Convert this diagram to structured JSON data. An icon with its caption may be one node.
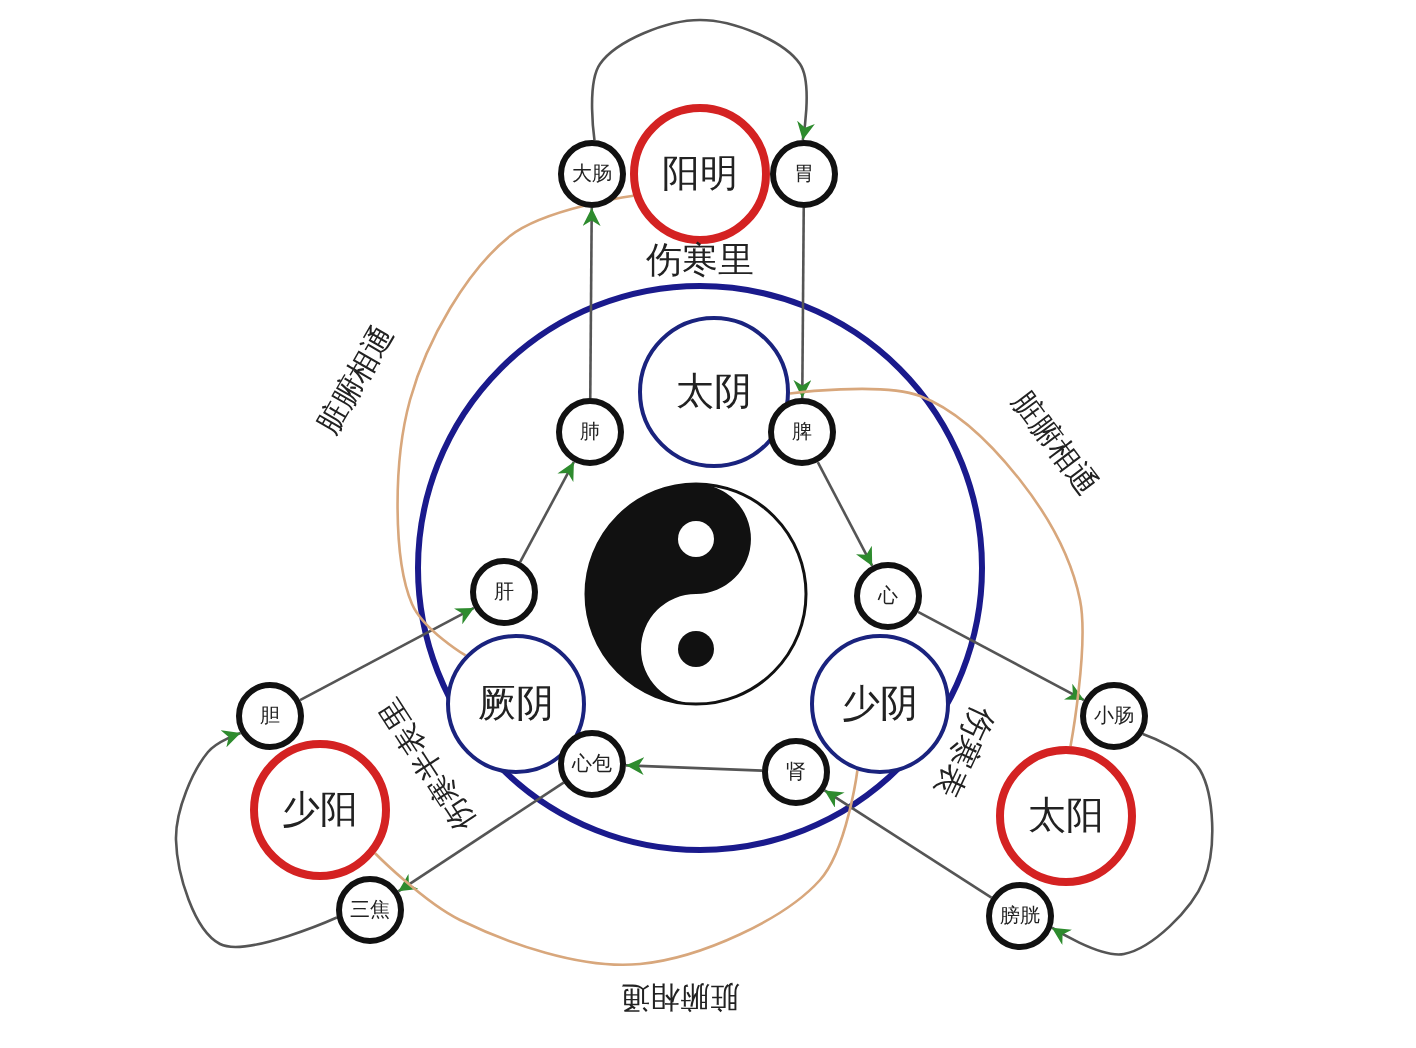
{
  "diagram": {
    "nodes": [
      {
        "text": [
          "大肠"
        ]
      },
      {
        "text": [
          "阳明"
        ]
      },
      {
        "text": [
          "胃"
        ]
      },
      {
        "text": [
          "太阴"
        ]
      },
      {
        "text": [
          "肺"
        ]
      },
      {
        "text": [
          "脾"
        ]
      },
      {
        "text": [
          "肝"
        ]
      },
      {
        "text": [
          "心"
        ]
      },
      {
        "text": [
          "厥阴"
        ]
      },
      {
        "text": [
          "少阴"
        ]
      },
      {
        "text": [
          "胆"
        ]
      },
      {
        "text": [
          "心包"
        ]
      },
      {
        "text": [
          "肾"
        ]
      },
      {
        "text": [
          "少阳"
        ]
      },
      {
        "text": [
          "小肠"
        ]
      },
      {
        "text": [
          "太阳"
        ]
      },
      {
        "text": [
          "三焦"
        ]
      },
      {
        "text": [
          "膀胱"
        ]
      }
    ],
    "edges": [
      {
        "from": 0,
        "to": 2,
        "arrow": "to"
      },
      {
        "from": 2,
        "to": 5,
        "arrow": "to"
      },
      {
        "from": 4,
        "to": 0,
        "arrow": "to"
      },
      {
        "from": 6,
        "to": 4,
        "arrow": "to"
      },
      {
        "from": 10,
        "to": 6,
        "arrow": "to"
      },
      {
        "from": 16,
        "to": 10,
        "arrow": "to"
      },
      {
        "from": 11,
        "to": 16,
        "arrow": "to"
      },
      {
        "from": 12,
        "to": 11,
        "arrow": "to"
      },
      {
        "from": 17,
        "to": 12,
        "arrow": "to"
      },
      {
        "from": 14,
        "to": 17,
        "arrow": "to"
      },
      {
        "from": 7,
        "to": 14,
        "arrow": "to"
      },
      {
        "from": 5,
        "to": 7,
        "arrow": "to"
      },
      {
        "from": 1,
        "to": 8,
        "arrow": "none",
        "label": "脏腑相通",
        "color": "#d8a77c"
      },
      {
        "from": 3,
        "to": 15,
        "arrow": "none",
        "label": "脏腑相通",
        "color": "#d8a77c"
      },
      {
        "from": 13,
        "to": 9,
        "arrow": "none",
        "label": "脏腑相通",
        "color": "#d8a77c"
      }
    ],
    "labels": [
      "伤寒里",
      "伤寒表",
      "伤寒半表里"
    ]
  }
}
